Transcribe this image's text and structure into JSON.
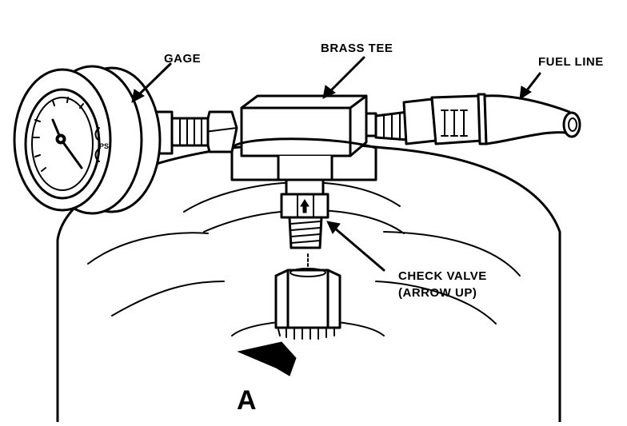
{
  "figure": {
    "labels": {
      "gage": "GAGE",
      "brass_tee": "BRASS TEE",
      "fuel_line": "FUEL LINE",
      "check_valve_line1": "CHECK VALVE",
      "check_valve_line2": "(ARROW UP)",
      "view_letter": "A"
    },
    "colors": {
      "ink": "#000000",
      "paper": "#ffffff"
    }
  }
}
